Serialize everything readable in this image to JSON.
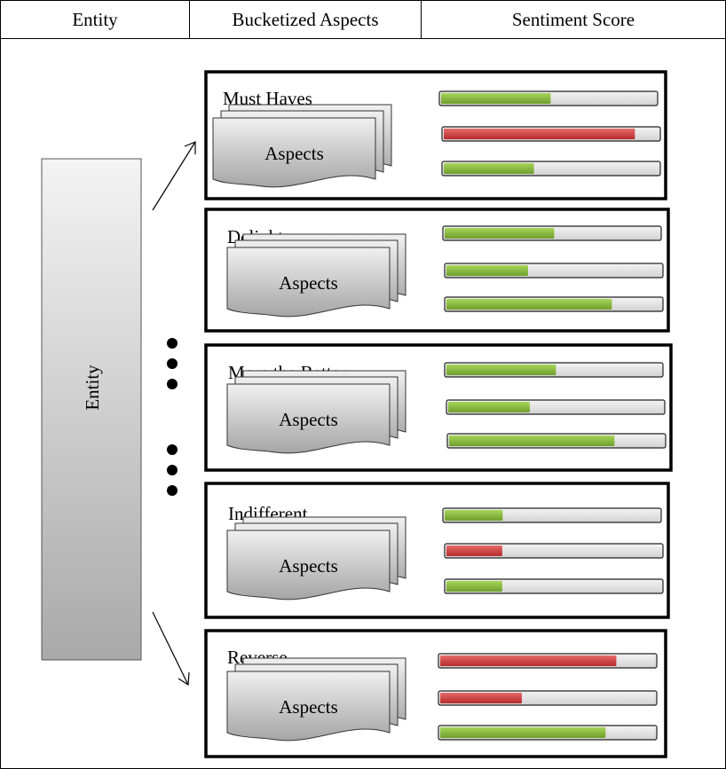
{
  "header": {
    "col1": "Entity",
    "col2": "Bucketized Aspects",
    "col3": "Sentiment Score"
  },
  "entity_label": "Entity",
  "colors": {
    "positive": "#8bc34a",
    "negative": "#d84343",
    "track": "#e6e6e6"
  },
  "buckets": [
    {
      "label": "Must Haves",
      "aspects_label": "Aspects",
      "scores": [
        {
          "value": 0.51,
          "sentiment": "positive"
        },
        {
          "value": 0.89,
          "sentiment": "negative"
        },
        {
          "value": 0.42,
          "sentiment": "positive"
        }
      ]
    },
    {
      "label": "Delighters",
      "aspects_label": "Aspects",
      "scores": [
        {
          "value": 0.51,
          "sentiment": "positive"
        },
        {
          "value": 0.38,
          "sentiment": "positive"
        },
        {
          "value": 0.77,
          "sentiment": "positive"
        }
      ]
    },
    {
      "label": "More the Better",
      "aspects_label": "Aspects",
      "scores": [
        {
          "value": 0.51,
          "sentiment": "positive"
        },
        {
          "value": 0.38,
          "sentiment": "positive"
        },
        {
          "value": 0.77,
          "sentiment": "positive"
        }
      ]
    },
    {
      "label": "Indifferent",
      "aspects_label": "Aspects",
      "scores": [
        {
          "value": 0.27,
          "sentiment": "positive"
        },
        {
          "value": 0.26,
          "sentiment": "negative"
        },
        {
          "value": 0.26,
          "sentiment": "positive"
        }
      ]
    },
    {
      "label": "Reverse",
      "aspects_label": "Aspects",
      "scores": [
        {
          "value": 0.82,
          "sentiment": "negative"
        },
        {
          "value": 0.38,
          "sentiment": "negative"
        },
        {
          "value": 0.77,
          "sentiment": "positive"
        }
      ]
    }
  ]
}
